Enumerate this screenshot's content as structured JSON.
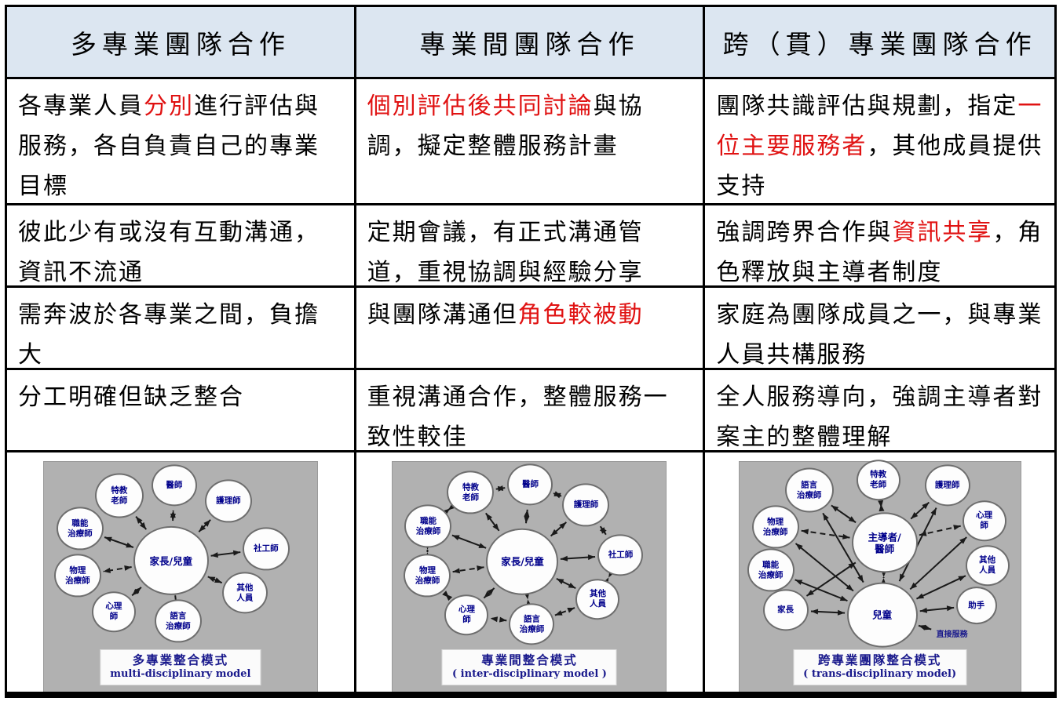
{
  "table": {
    "headers": [
      "多專業團隊合作",
      "專業間團隊合作",
      "跨（貫）專業團隊合作"
    ],
    "rows": [
      {
        "cells": [
          [
            {
              "t": "各專業人員"
            },
            {
              "t": "分別",
              "red": true
            },
            {
              "t": "進行評估與服務，各自負責自己的專業目標"
            }
          ],
          [
            {
              "t": "個別評估後共同討論",
              "red": true
            },
            {
              "t": "與協調，擬定整體服務計畫"
            }
          ],
          [
            {
              "t": "團隊共識評估與規劃，指定"
            },
            {
              "t": "一位主要服務者",
              "red": true
            },
            {
              "t": "，其他成員提供支持"
            }
          ]
        ]
      },
      {
        "cells": [
          [
            {
              "t": "彼此少有或沒有互動溝通，資訊不流通"
            }
          ],
          [
            {
              "t": "定期會議，有正式溝通管道，重視協調與經驗分享"
            }
          ],
          [
            {
              "t": "強調跨界合作與"
            },
            {
              "t": "資訊共享",
              "red": true
            },
            {
              "t": "，角色釋放與主導者制度"
            }
          ]
        ]
      },
      {
        "cells": [
          [
            {
              "t": "需奔波於各專業之間，負擔大"
            }
          ],
          [
            {
              "t": "與團隊溝通但"
            },
            {
              "t": "角色較被動",
              "red": true
            }
          ],
          [
            {
              "t": "家庭為團隊成員之一，與專業人員共構服務"
            }
          ]
        ]
      },
      {
        "cells": [
          [
            {
              "t": "分工明確但缺乏整合"
            }
          ],
          [
            {
              "t": "重視溝通合作，整體服務一致性較佳"
            }
          ],
          [
            {
              "t": "全人服務導向，強調主導者對案主的整體理解"
            }
          ]
        ]
      }
    ]
  },
  "diagrams": [
    {
      "caption_zh": "多專業整合模式",
      "caption_en": "multi-disciplinary model",
      "center": "家長/兒童",
      "nodes": [
        "特教\n老師",
        "醫師",
        "護理師",
        "社工師",
        "其他\n人員",
        "語言\n治療師",
        "心理\n師",
        "物理\n治療師",
        "職能\n治療師"
      ]
    },
    {
      "caption_zh": "專業間整合模式",
      "caption_en": "( inter-disciplinary model )",
      "center": "家長/兒童",
      "nodes": [
        "特教\n老師",
        "醫師",
        "護理師",
        "社工師",
        "其他\n人員",
        "語言\n治療師",
        "心理\n師",
        "物理\n治療師",
        "職能\n治療師"
      ]
    },
    {
      "caption_zh": "跨專業團隊整合模式",
      "caption_en": "( trans-disciplinary model)",
      "centers": [
        "主導者/\n醫師",
        "兒童"
      ],
      "annotation": "直接服務",
      "nodes": [
        "語言\n治療師",
        "特教\n老師",
        "護理師",
        "物理\n治療師",
        "心理\n師",
        "職能\n治療師",
        "其他\n人員",
        "家長",
        "助手"
      ]
    }
  ],
  "colors": {
    "header_bg": "#dce6f1",
    "highlight_red": "#e01212",
    "label_navy": "#00008b",
    "diagram_bg": "#b1b1b1"
  }
}
